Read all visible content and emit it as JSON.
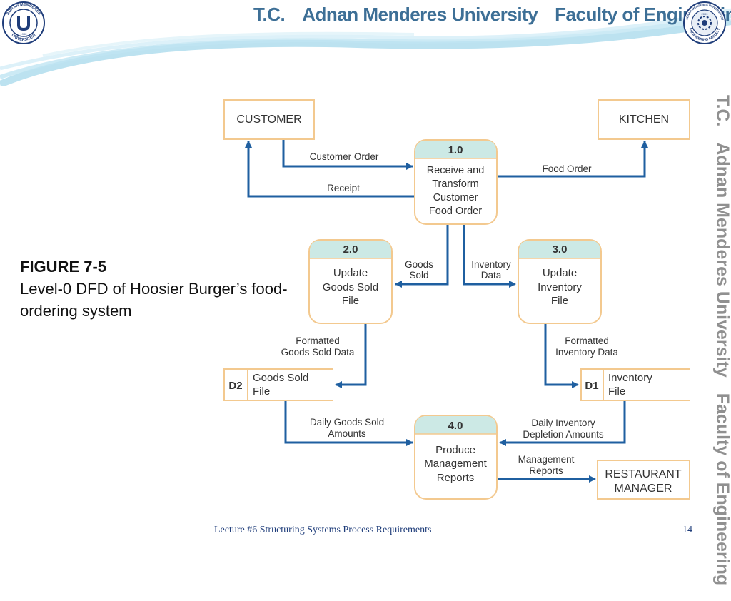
{
  "header": {
    "title_parts": [
      "T.C.",
      "Adnan Menderes University",
      "Faculty of Engineering"
    ],
    "logo_left_text": [
      "ADNAN MENDERES",
      "ÜNİVERSİTESİ",
      "1992"
    ],
    "logo_right_text": [
      "ADNAN MENDERES ÜNİVERSİTESİ",
      "ENGINEERING FACULTY",
      "2009"
    ]
  },
  "side_text": [
    "T.C.",
    "Adnan Menderes University",
    "Faculty of Engineering"
  ],
  "caption": {
    "title": "FIGURE 7-5",
    "text": "Level-0 DFD of Hoosier Burger’s food-ordering system"
  },
  "diagram": {
    "entities": {
      "customer": "CUSTOMER",
      "kitchen": "KITCHEN",
      "manager": [
        "RESTAURANT",
        "MANAGER"
      ]
    },
    "processes": {
      "p1": {
        "id": "1.0",
        "lines": [
          "Receive and",
          "Transform",
          "Customer",
          "Food Order"
        ]
      },
      "p2": {
        "id": "2.0",
        "lines": [
          "Update",
          "Goods Sold",
          "File"
        ]
      },
      "p3": {
        "id": "3.0",
        "lines": [
          "Update",
          "Inventory",
          "File"
        ]
      },
      "p4": {
        "id": "4.0",
        "lines": [
          "Produce",
          "Management",
          "Reports"
        ]
      }
    },
    "stores": {
      "d2": {
        "id": "D2",
        "lines": [
          "Goods Sold",
          "File"
        ]
      },
      "d1": {
        "id": "D1",
        "lines": [
          "Inventory",
          "File"
        ]
      }
    },
    "flows": {
      "customer_order": [
        "Customer Order"
      ],
      "receipt": [
        "Receipt"
      ],
      "food_order": [
        "Food Order"
      ],
      "goods_sold": [
        "Goods",
        "Sold"
      ],
      "inventory_data": [
        "Inventory",
        "Data"
      ],
      "formatted_goods": [
        "Formatted",
        "Goods Sold Data"
      ],
      "formatted_inventory": [
        "Formatted",
        "Inventory Data"
      ],
      "daily_goods": [
        "Daily Goods Sold",
        "Amounts"
      ],
      "daily_inventory": [
        "Daily Inventory",
        "Depletion Amounts"
      ],
      "management_reports": [
        "Management",
        "Reports"
      ]
    },
    "colors": {
      "arrow": "#1f5fa0",
      "process_header": "#cce9e5",
      "box_border": "#f3c98f",
      "text": "#333333"
    }
  },
  "footer": {
    "text": "Lecture #6 Structuring Systems Process Requirements",
    "page": "14"
  }
}
